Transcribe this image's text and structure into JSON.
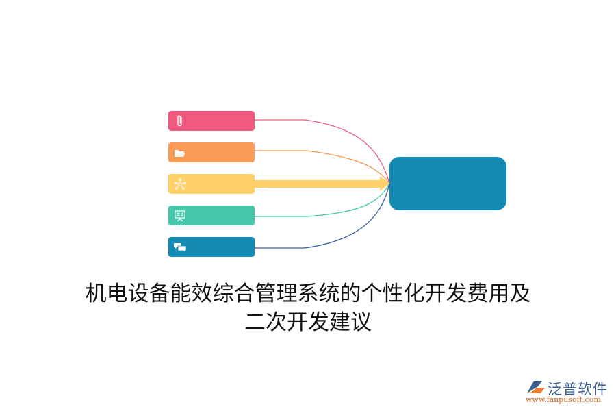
{
  "diagram": {
    "type": "fan-in mind map",
    "nodes": [
      {
        "id": "n1",
        "icon": "paperclip-icon",
        "color": "#f05a7e",
        "line_color": "#ee5a7c"
      },
      {
        "id": "n2",
        "icon": "folder-open-icon",
        "color": "#f99a56",
        "line_color": "#f4934c"
      },
      {
        "id": "n3",
        "icon": "network-icon",
        "color": "#ffd166",
        "line_color": "#ffd166"
      },
      {
        "id": "n4",
        "icon": "presentation-board-icon",
        "color": "#45c6a8",
        "line_color": "#45c6a8"
      },
      {
        "id": "n5",
        "icon": "chat-bubbles-icon",
        "color": "#128ab4",
        "line_color": "#3b5fa5"
      }
    ],
    "hub": {
      "color": "#128ab4"
    }
  },
  "title": {
    "line1": "机电设备能效综合管理系统的个性化开发费用及",
    "line2": "二次开发建议"
  },
  "logo": {
    "brand": "泛普软件",
    "url": "www.fanpusoft.com"
  }
}
